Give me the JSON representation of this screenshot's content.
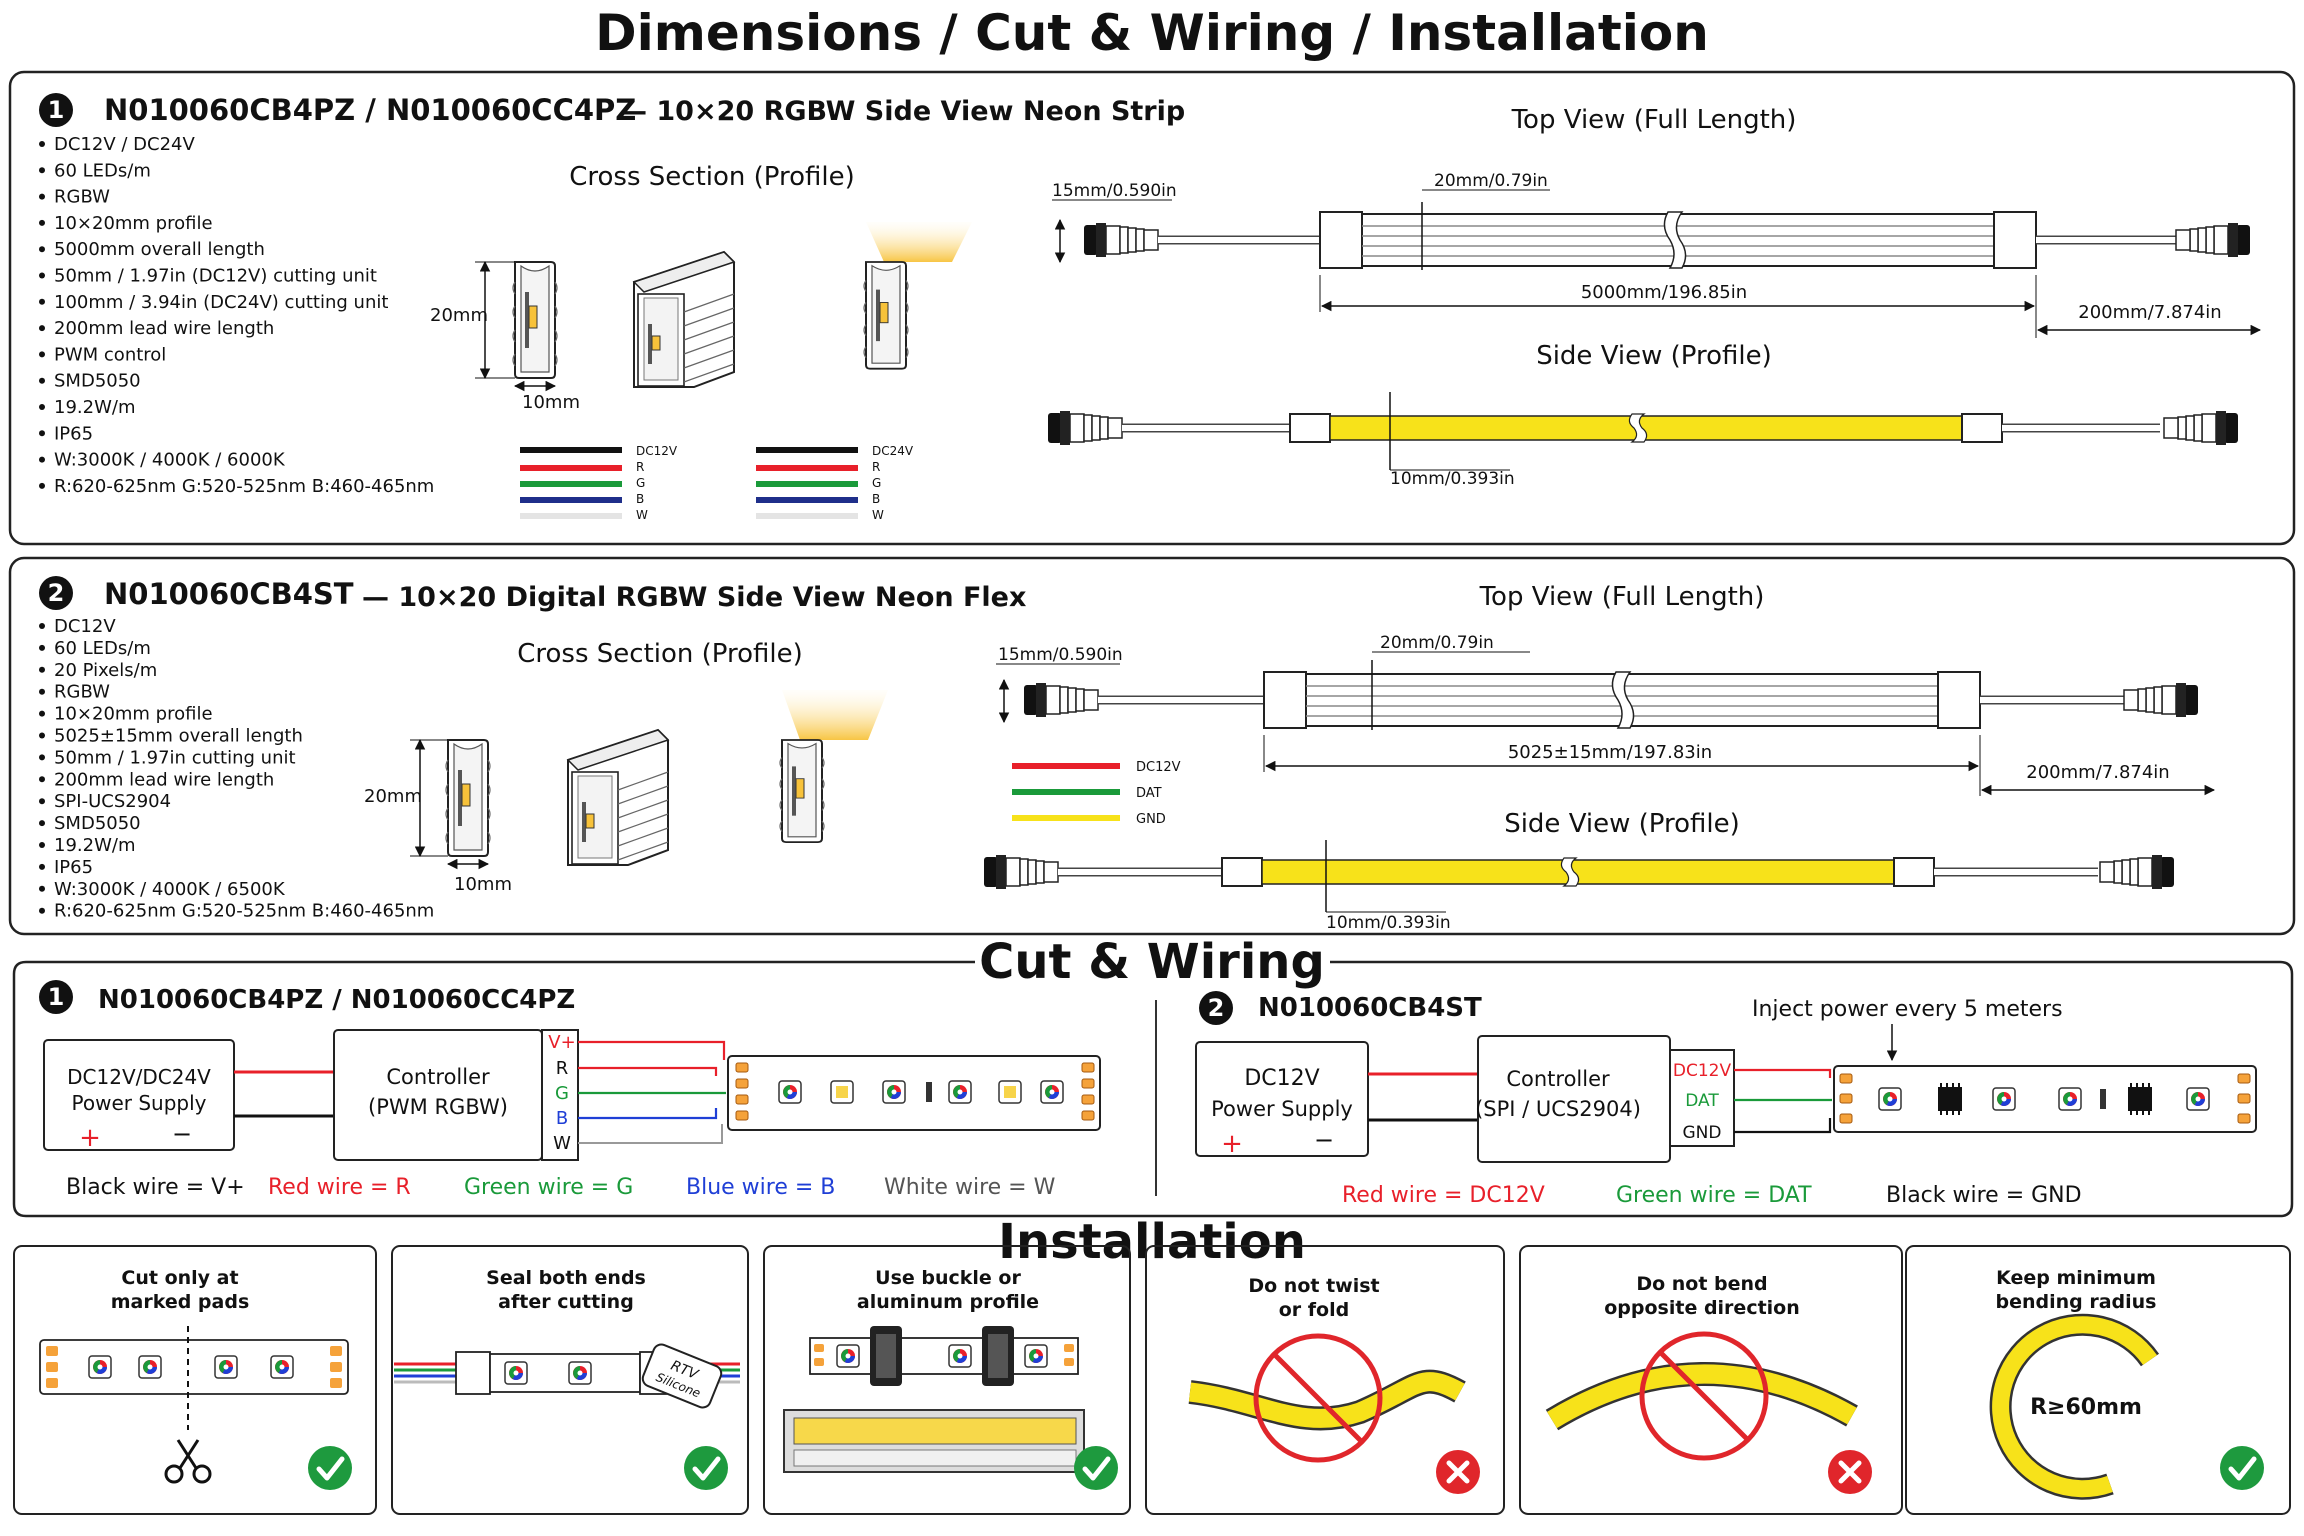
{
  "title": "Dimensions / Cut & Wiring / Installation",
  "products": [
    {
      "num": "1",
      "model": "N010060CB4PZ / N010060CC4PZ",
      "desc": "— 10×20 RGBW Side View Neon Strip",
      "specs": [
        "DC12V / DC24V",
        "60 LEDs/m",
        "RGBW",
        "10×20mm profile",
        "5000mm overall length",
        "50mm / 1.97in (DC12V) cutting unit",
        "100mm / 3.94in (DC24V) cutting unit",
        "200mm lead wire length",
        "PWM control",
        "SMD5050",
        "19.2W/m",
        "IP65",
        "W:3000K / 4000K / 6000K",
        "R:620-625nm  G:520-525nm  B:460-465nm"
      ],
      "cross_title": "Cross Section (Profile)",
      "height_label": "20mm",
      "width_label": "10mm",
      "top_title": "Top View (Full Length)",
      "side_title": "Side View (Profile)",
      "connector_label": "15mm/0.590in",
      "width_dim": "20mm/0.79in",
      "length_dim": "5000mm/196.85in",
      "lead_dim": "200mm/7.874in",
      "side_dim": "10mm/0.393in",
      "wire_legend_a": [
        "DC12V",
        "R",
        "G",
        "B",
        "W"
      ],
      "wire_legend_b": [
        "DC24V",
        "R",
        "G",
        "B",
        "W"
      ]
    },
    {
      "num": "2",
      "model": "N010060CB4ST",
      "desc": "— 10×20 Digital RGBW Side View Neon Flex",
      "specs": [
        "DC12V",
        "60 LEDs/m",
        "20 Pixels/m",
        "RGBW",
        "10×20mm profile",
        "5025±15mm overall length",
        "50mm / 1.97in cutting unit",
        "200mm lead wire length",
        "SPI-UCS2904",
        "SMD5050",
        "19.2W/m",
        "IP65",
        "W:3000K / 4000K / 6500K",
        "R:620-625nm  G:520-525nm  B:460-465nm"
      ],
      "cross_title": "Cross Section (Profile)",
      "height_label": "20mm",
      "width_label": "10mm",
      "top_title": "Top View (Full Length)",
      "side_title": "Side View (Profile)",
      "connector_label": "15mm/0.590in",
      "width_dim": "20mm/0.79in",
      "length_dim": "5025±15mm/197.83in",
      "lead_dim": "200mm/7.874in",
      "side_dim": "10mm/0.393in",
      "wire_legend": [
        "DC12V",
        "DAT",
        "GND"
      ]
    }
  ],
  "cut_wiring": {
    "title": "Cut & Wiring",
    "left": {
      "num": "1",
      "model": "N010060CB4PZ / N010060CC4PZ",
      "psu_line1": "DC12V/DC24V",
      "psu_line2": "Power Supply",
      "ctrl_line1": "Controller",
      "ctrl_line2": "(PWM RGBW)",
      "pins": [
        "V+",
        "R",
        "G",
        "B",
        "W"
      ],
      "legend": [
        {
          "text": "Black wire = V+",
          "color": "#111111"
        },
        {
          "text": "Red wire = R",
          "color": "#e8202a"
        },
        {
          "text": "Green wire = G",
          "color": "#1a9a3a"
        },
        {
          "text": "Blue wire = B",
          "color": "#1f3fd6"
        },
        {
          "text": "White wire = W",
          "color": "#555555"
        }
      ]
    },
    "right": {
      "num": "2",
      "model": "N010060CB4ST",
      "inject": "Inject power every 5 meters",
      "psu_line1": "DC12V",
      "psu_line2": "Power Supply",
      "ctrl_line1": "Controller",
      "ctrl_line2": "(SPI / UCS2904)",
      "pins": [
        "DC12V",
        "DAT",
        "GND"
      ],
      "legend": [
        {
          "text": "Red wire = DC12V",
          "color": "#e8202a"
        },
        {
          "text": "Green wire = DAT",
          "color": "#1a9a3a"
        },
        {
          "text": "Black wire = GND",
          "color": "#111111"
        }
      ]
    }
  },
  "installation": {
    "title": "Installation",
    "steps": [
      {
        "line1": "Cut only at",
        "line2": "marked pads",
        "ok": true
      },
      {
        "line1": "Seal both ends",
        "line2": "after cutting",
        "ok": true,
        "label1": "RTV",
        "label2": "Silicone"
      },
      {
        "line1": "Use buckle or",
        "line2": "aluminum profile",
        "ok": true
      },
      {
        "line1": "Do not twist",
        "line2": "or fold",
        "ok": false
      },
      {
        "line1": "Do not bend",
        "line2": "opposite direction",
        "ok": false
      },
      {
        "line1": "Keep minimum",
        "line2": "bending radius",
        "ok": true,
        "radius": "R≥60mm"
      }
    ]
  },
  "colors": {
    "red": "#e8202a",
    "green": "#1a9a3a",
    "blue": "#1f3fd6",
    "yellow": "#f7e21a",
    "ok": "#1e9a3e",
    "no": "#e0262b"
  }
}
